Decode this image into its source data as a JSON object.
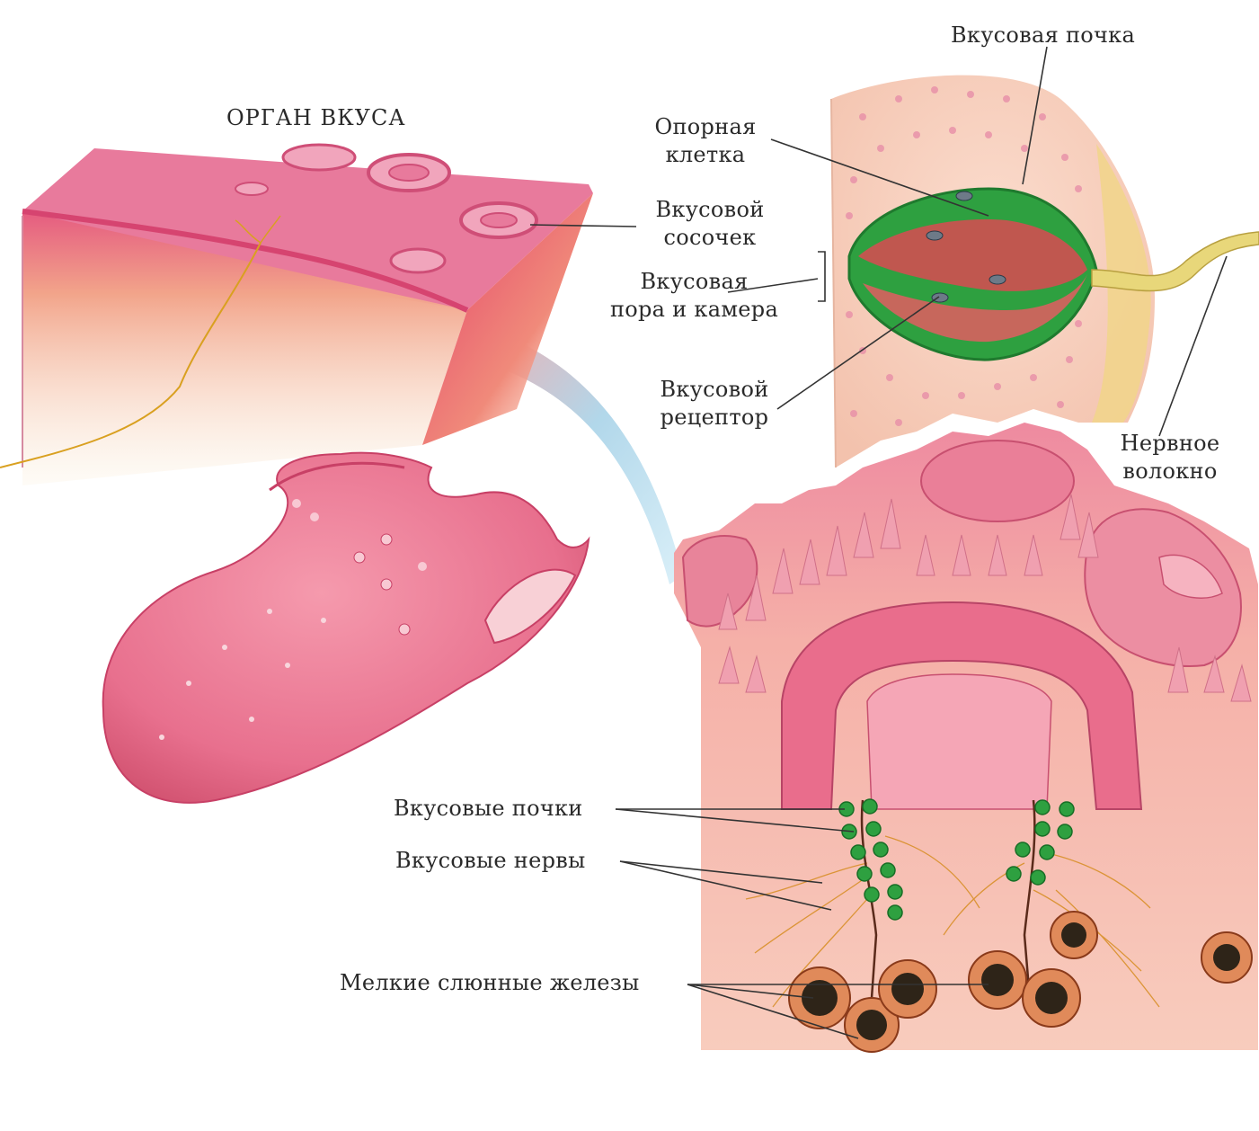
{
  "title": "ОРГАН ВКУСА",
  "labels": {
    "taste_bud": "Вкусовая почка",
    "support_cell": "Опорная\nклетка",
    "papilla": "Вкусовой\nсосочек",
    "pore_chamber": "Вкусовая\nпора и камера",
    "receptor": "Вкусовой\nрецептор",
    "nerve_fiber": "Нервное\nволокно",
    "taste_buds_plural": "Вкусовые почки",
    "taste_nerves": "Вкусовые нервы",
    "salivary_glands": "Мелкие слюнные железы"
  },
  "colors": {
    "tissue_pink": "#e86a8a",
    "tissue_light": "#f6c7b9",
    "bud_green": "#2e9a3a",
    "bud_red": "#d94a52",
    "nerve_yellow": "#d8c25a",
    "gland_dark": "#3a2a1a",
    "arc_blue": "#a9d3e8"
  }
}
